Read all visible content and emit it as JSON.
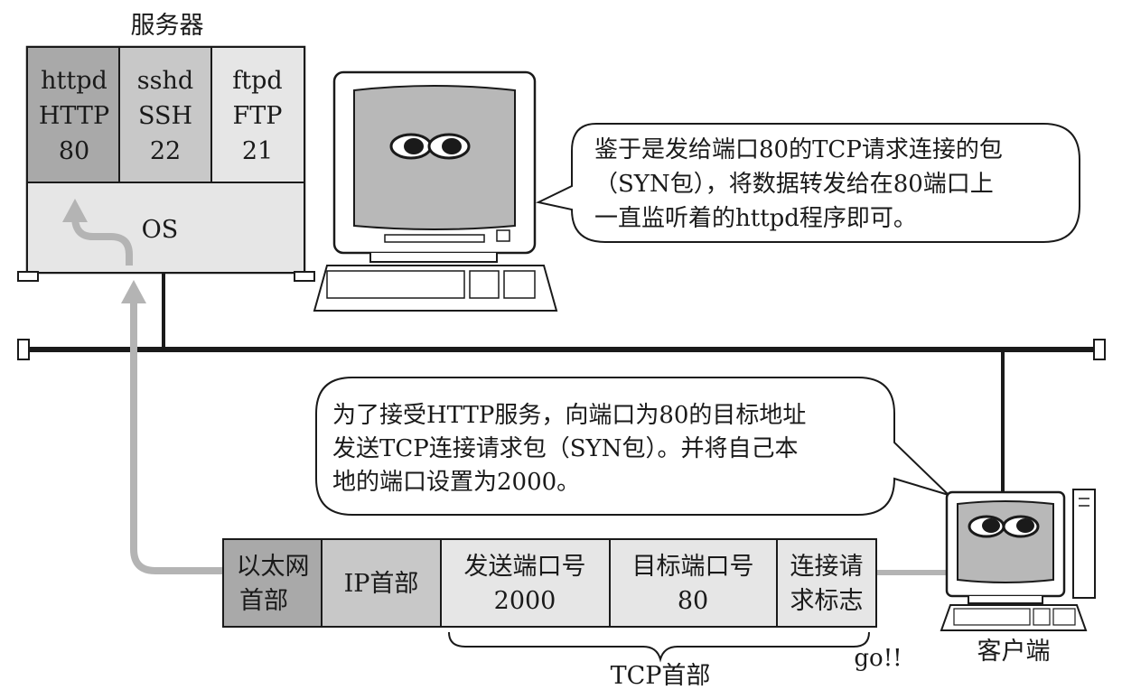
{
  "server": {
    "title": "服务器",
    "services": [
      {
        "daemon": "httpd",
        "protocol": "HTTP",
        "port": "80"
      },
      {
        "daemon": "sshd",
        "protocol": "SSH",
        "port": "22"
      },
      {
        "daemon": "ftpd",
        "protocol": "FTP",
        "port": "21"
      }
    ],
    "os_label": "OS"
  },
  "server_bubble": {
    "lines": [
      "鉴于是发给端口80的TCP请求连接的包",
      "（SYN包），将数据转发给在80端口上",
      "一直监听着的httpd程序即可。"
    ]
  },
  "client_bubble": {
    "lines": [
      "为了接受HTTP服务，向端口为80的目标地址",
      "发送TCP连接请求包（SYN包）。并将自己本",
      "地的端口设置为2000。"
    ]
  },
  "packet": {
    "fields": [
      {
        "line1": "以太网",
        "line2": "首部"
      },
      {
        "line1": "IP首部",
        "line2": ""
      },
      {
        "line1": "发送端口号",
        "line2": "2000"
      },
      {
        "line1": "目标端口号",
        "line2": "80"
      },
      {
        "line1": "连接请",
        "line2": "求标志"
      }
    ],
    "tcp_label": "TCP首部",
    "go_label": "go!!"
  },
  "client": {
    "label": "客户端"
  },
  "colors": {
    "dark_gray": "#a9a9a9",
    "mid_gray": "#c8c8c8",
    "light_gray": "#e6e6e6",
    "arrow_gray": "#b4b4b4",
    "screen_gray": "#b8b8b8"
  }
}
